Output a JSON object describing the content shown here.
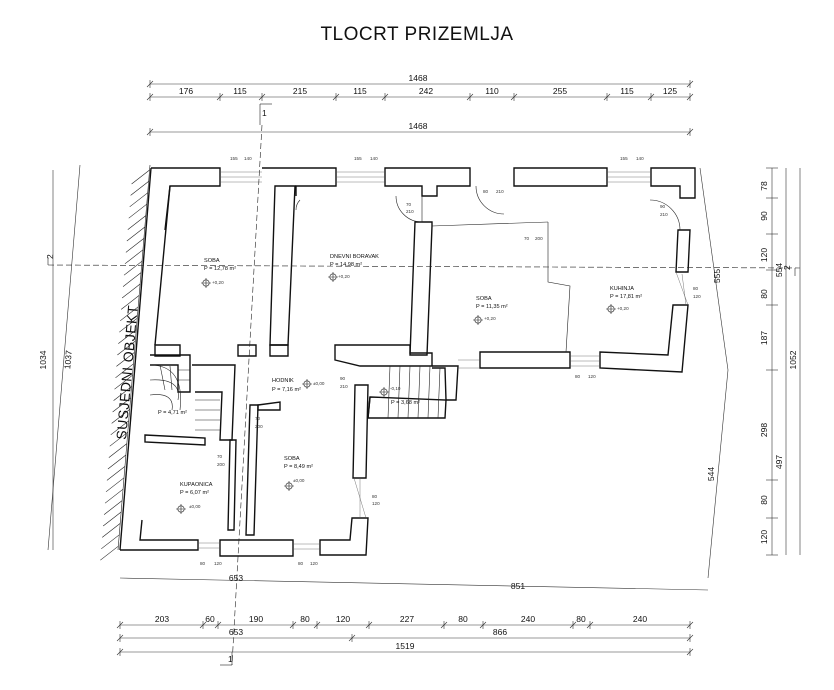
{
  "title": "TLOCRT PRIZEMLJA",
  "neighbor_label": "SUSJEDNI OBJEKT",
  "top_dims": {
    "total_a": "1468",
    "segments": [
      "176",
      "115",
      "215",
      "115",
      "242",
      "110",
      "255",
      "115",
      "125"
    ],
    "total_b": "1468"
  },
  "bottom_dims": {
    "row1": [
      "653",
      "851"
    ],
    "segments": [
      "203",
      "60",
      "190",
      "80",
      "120",
      "227",
      "80",
      "240",
      "80",
      "240"
    ],
    "row3": [
      "653",
      "866"
    ],
    "total": "1519"
  },
  "left_dims": [
    "1034",
    "1037"
  ],
  "right_dims": {
    "outer": [
      "555",
      "544"
    ],
    "chain": [
      "78",
      "90",
      "120",
      "80",
      "187",
      "298",
      "80",
      "120"
    ],
    "far": [
      "554",
      "497",
      "1052"
    ]
  },
  "section_marks": [
    "1",
    "2",
    "2",
    "1"
  ],
  "rooms": [
    {
      "name": "SOBA",
      "area": "P = 12,78 m²",
      "level": "+0,20"
    },
    {
      "name": "DNEVNI BORAVAK",
      "area": "P = 14,98 m²",
      "level": "+0,20"
    },
    {
      "name": "SOBA",
      "area": "P = 11,35 m²",
      "level": "+0,20"
    },
    {
      "name": "KUHINJA",
      "area": "P = 17,81 m²",
      "level": "+0,20"
    },
    {
      "name": "HODNIK",
      "area": "P = 7,16 m²",
      "level": "±0,00"
    },
    {
      "name": "",
      "area": "P = 3,68 m²",
      "level": "-0,10"
    },
    {
      "name": "",
      "area": "P = 4,71 m²",
      "level": ""
    },
    {
      "name": "KUPAONICA",
      "area": "P = 6,07 m²",
      "level": "±0,00"
    },
    {
      "name": "SOBA",
      "area": "P = 8,49 m²",
      "level": "±0,00"
    }
  ]
}
